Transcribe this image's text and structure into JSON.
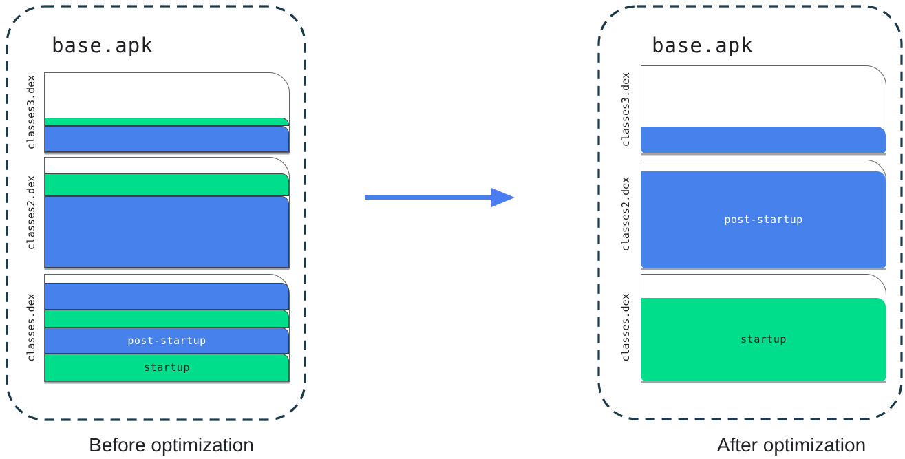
{
  "colors": {
    "blue": "#4681EC",
    "green": "#00DE8C",
    "arrow": "#4A7DF2",
    "container_border": "#1C3A4A",
    "page_border": "#5F6368",
    "band_border": "#3C4043",
    "text_dark": "#202124",
    "label_on_blue": "#FFFFFF"
  },
  "before": {
    "title": "base.apk",
    "caption": "Before optimization",
    "pages": [
      {
        "label": "classes3.dex",
        "bands": [
          {
            "color": "green",
            "h": 12
          },
          {
            "color": "blue",
            "h": 38
          }
        ]
      },
      {
        "label": "classes2.dex",
        "bands": [
          {
            "color": "green",
            "h": 33
          },
          {
            "color": "blue",
            "h": 104
          }
        ]
      },
      {
        "label": "classes.dex",
        "bands": [
          {
            "color": "blue",
            "h": 39
          },
          {
            "color": "green",
            "h": 26
          },
          {
            "color": "blue",
            "h": 38,
            "label": "post-startup"
          },
          {
            "color": "green",
            "h": 40,
            "label": "startup"
          }
        ]
      }
    ]
  },
  "after": {
    "title": "base.apk",
    "caption": "After optimization",
    "pages": [
      {
        "label": "classes3.dex",
        "bands": [
          {
            "color": "blue",
            "h": 38
          }
        ]
      },
      {
        "label": "classes2.dex",
        "bands": [
          {
            "color": "blue",
            "h": 140,
            "label": "post-startup"
          }
        ]
      },
      {
        "label": "classes.dex",
        "bands": [
          {
            "color": "green",
            "h": 120,
            "label": "startup"
          }
        ]
      }
    ]
  }
}
